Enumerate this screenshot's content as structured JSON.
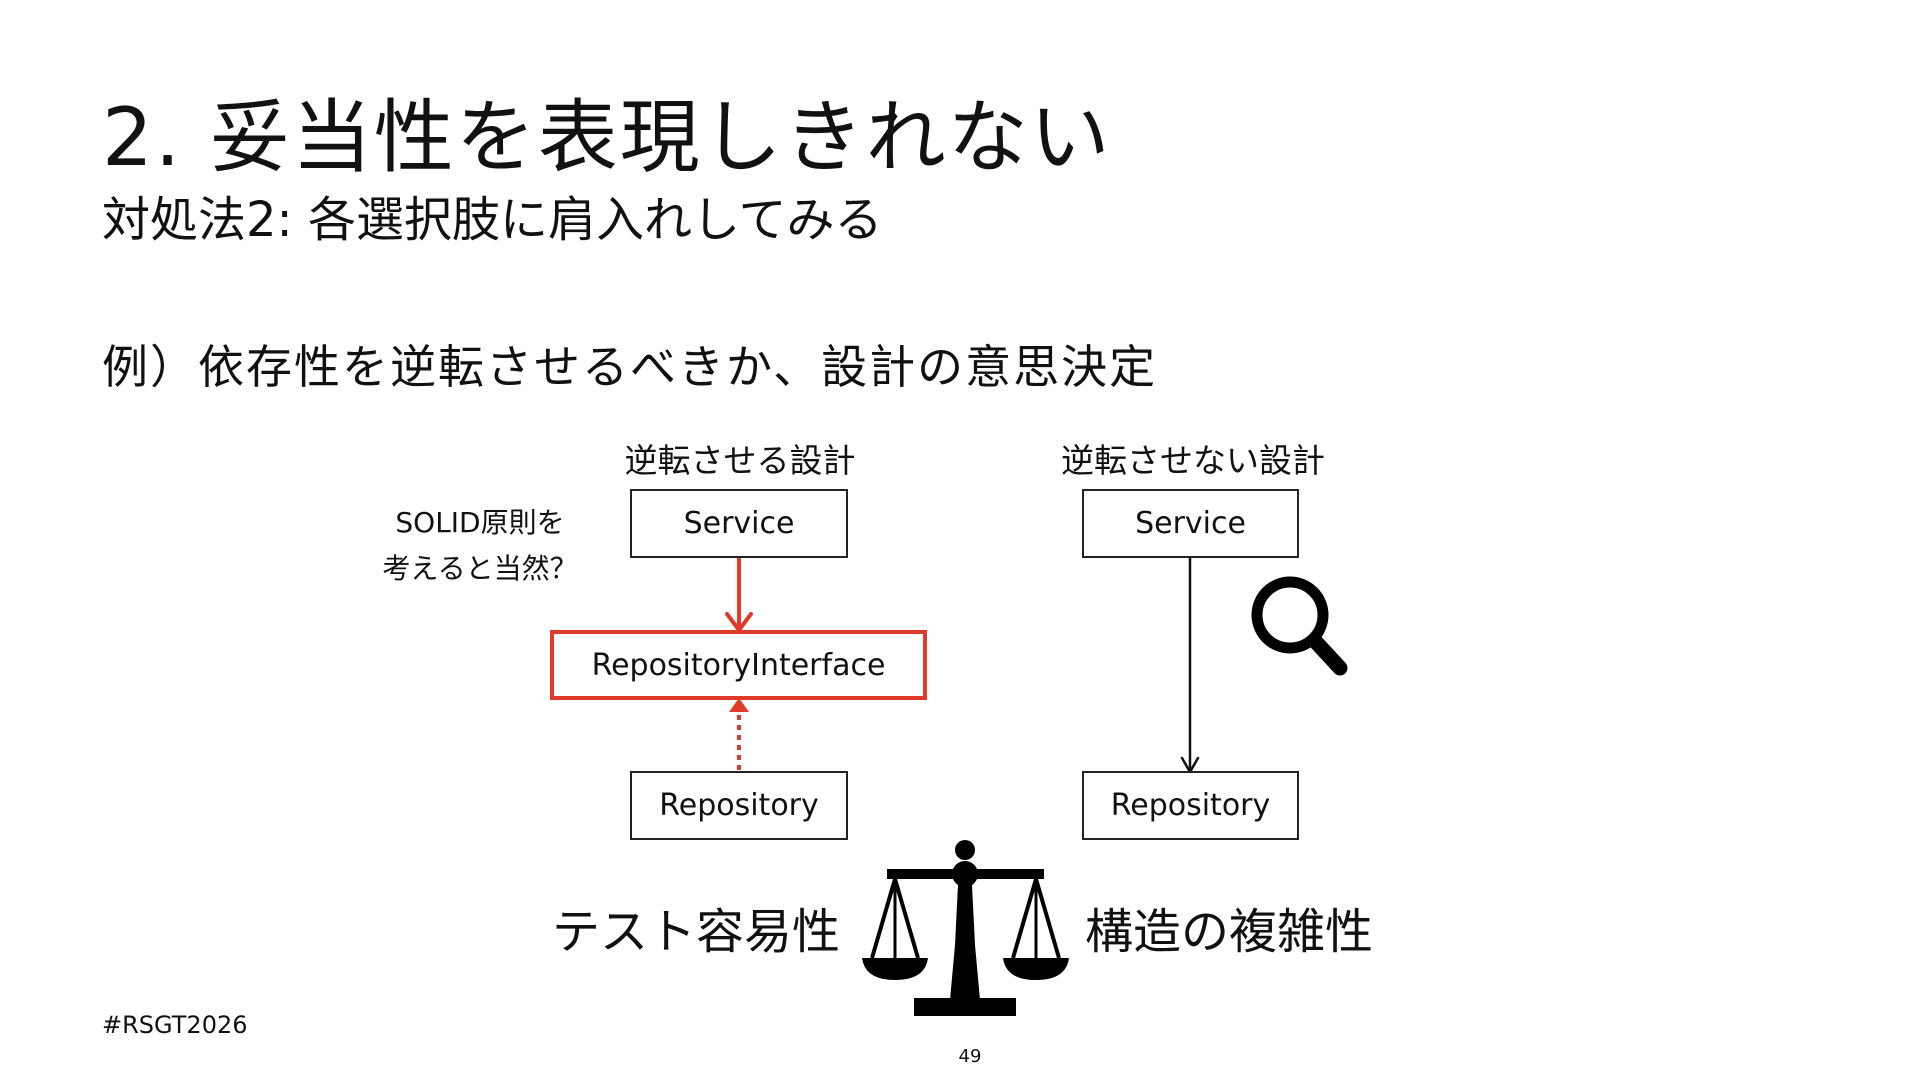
{
  "slide": {
    "title": "2. 妥当性を表現しきれない",
    "subtitle": "対処法2: 各選択肢に肩入れしてみる",
    "example": "例）依存性を逆転させるべきか、設計の意思決定",
    "hashtag": "#RSGT2026",
    "page_number": "49"
  },
  "diagram": {
    "inverted": {
      "heading": "逆転させる設計",
      "service": "Service",
      "interface": "RepositoryInterface",
      "repository": "Repository"
    },
    "direct": {
      "heading": "逆転させない設計",
      "service": "Service",
      "repository": "Repository"
    },
    "note": {
      "line1": "SOLID原則を",
      "line2": "考えると当然？"
    },
    "tradeoff": {
      "left": "テスト容易性",
      "right": "構造の複雑性"
    },
    "icons": [
      "magnifier-icon",
      "balance-scale-icon"
    ],
    "colors": {
      "accent": "#e03a2a",
      "ink": "#111111"
    }
  }
}
